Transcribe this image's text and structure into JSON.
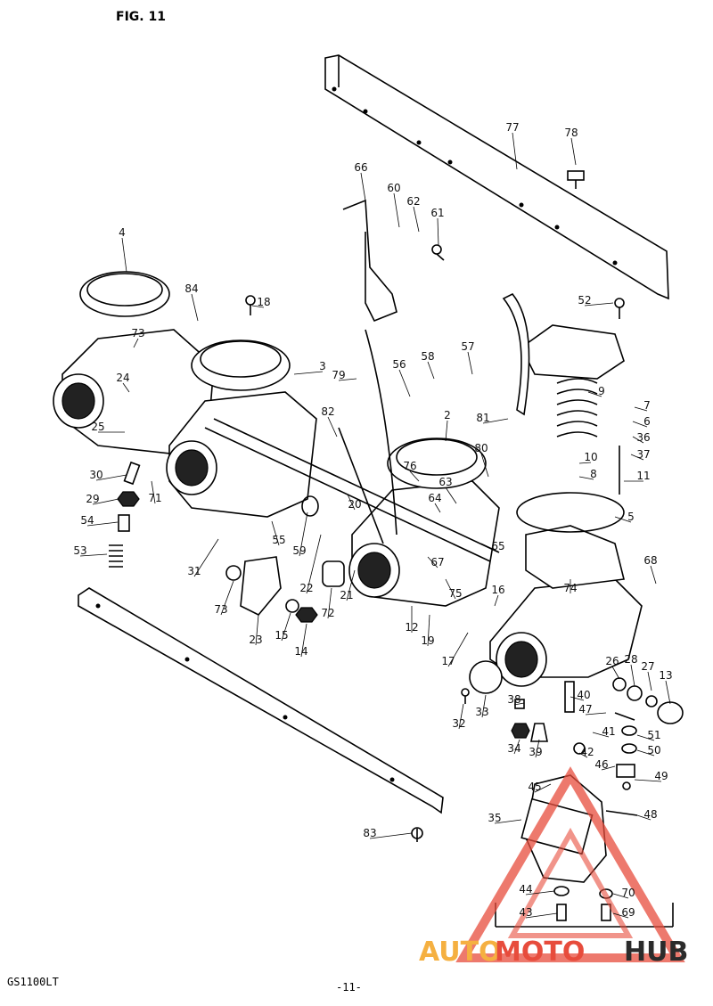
{
  "header": {
    "title": "FIG. 11"
  },
  "footer": {
    "model": "GS1100LT",
    "page": "-11-"
  },
  "watermark": {
    "auto": "AUTO",
    "moto": "MOTO",
    "hub": "HUB",
    "colors": {
      "auto": "#f5b041",
      "moto": "#e74c3c",
      "hub": "#2b2b2b"
    }
  },
  "callouts": [
    "4",
    "84",
    "18",
    "73",
    "3",
    "24",
    "25",
    "30",
    "29",
    "54",
    "53",
    "71",
    "31",
    "55",
    "59",
    "73",
    "23",
    "15",
    "14",
    "72",
    "22",
    "21",
    "20",
    "82",
    "79",
    "56",
    "58",
    "57",
    "66",
    "60",
    "62",
    "61",
    "77",
    "78",
    "2",
    "76",
    "64",
    "63",
    "80",
    "81",
    "9",
    "7",
    "6",
    "36",
    "37",
    "10",
    "8",
    "11",
    "5",
    "52",
    "65",
    "67",
    "75",
    "19",
    "12",
    "17",
    "16",
    "74",
    "68",
    "32",
    "33",
    "38",
    "34",
    "39",
    "40",
    "47",
    "41",
    "42",
    "51",
    "50",
    "46",
    "49",
    "26",
    "28",
    "27",
    "13",
    "45",
    "35",
    "48",
    "44",
    "70",
    "43",
    "69",
    "83"
  ]
}
